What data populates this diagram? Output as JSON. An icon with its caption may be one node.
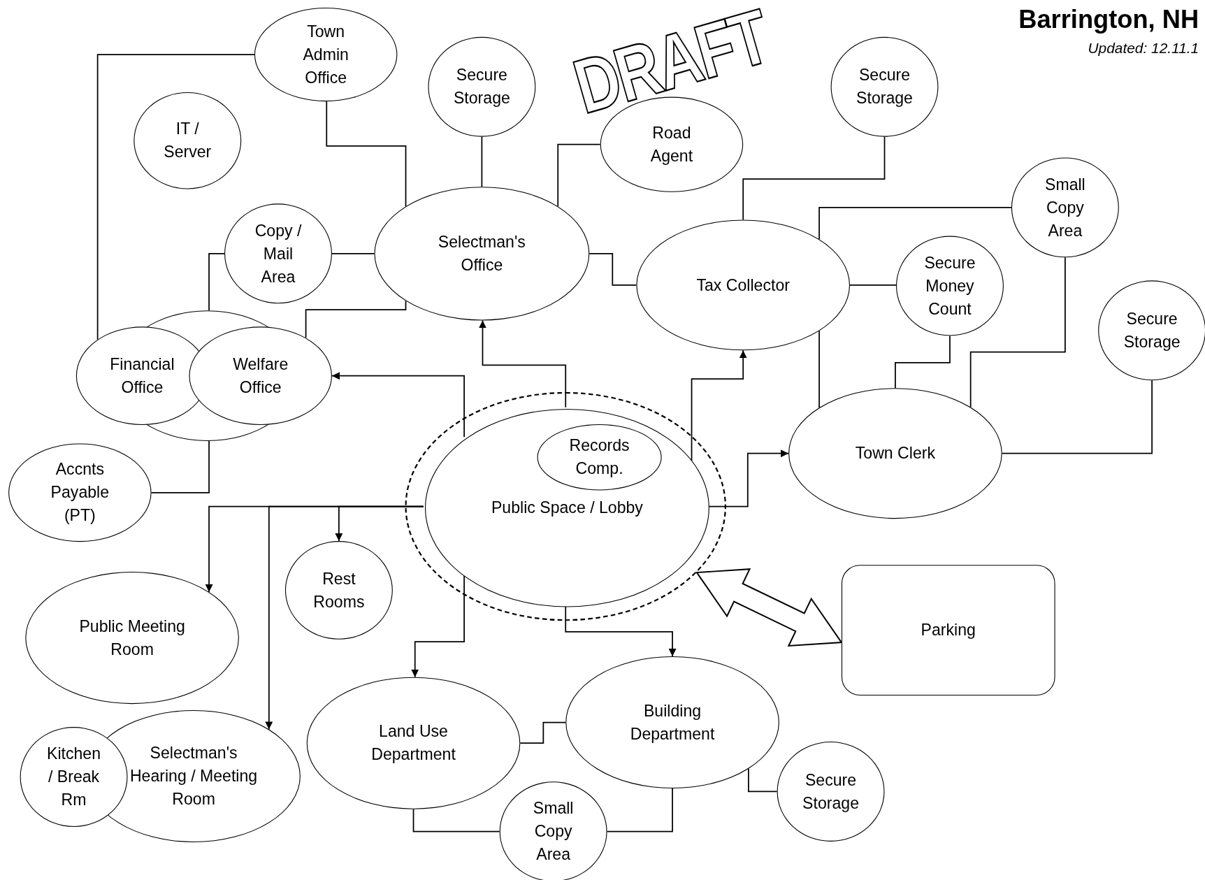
{
  "diagram": {
    "title": "Barrington, NH",
    "nodes": [
      {
        "text": [
          "Town Admin Office"
        ]
      },
      {
        "text": [
          "IT / Server"
        ]
      },
      {
        "text": [
          "Secure Storage"
        ]
      },
      {
        "text": [
          "Road Agent"
        ]
      },
      {
        "text": [
          "Secure Storage"
        ]
      },
      {
        "text": [
          "Selectman's Office"
        ]
      },
      {
        "text": [
          "Copy / Mail Area"
        ]
      },
      {
        "text": [
          "Small Copy Area"
        ]
      },
      {
        "text": [
          "Tax Collector"
        ]
      },
      {
        "text": [
          "Secure Money Count"
        ]
      },
      {
        "text": [
          "Secure Storage"
        ]
      },
      {
        "text": [],
        "shape": "ellipse"
      },
      {
        "text": [
          "Financial Office"
        ]
      },
      {
        "text": [
          "Welfare Office"
        ]
      },
      {
        "text": [
          "Accnts Payable (PT)"
        ]
      },
      {
        "text": [],
        "shape": "ellipse"
      },
      {
        "text": [
          "Public Space / Lobby"
        ],
        "in": 15
      },
      {
        "text": [
          "Records Comp."
        ],
        "in": 16
      },
      {
        "text": [
          "Town Clerk"
        ]
      },
      {
        "text": [
          "Rest Rooms"
        ]
      },
      {
        "text": [
          "Public Meeting Room"
        ]
      },
      {
        "text": [
          "Parking"
        ]
      },
      {
        "text": [
          "Building Department"
        ]
      },
      {
        "text": [
          "Land Use Department"
        ]
      },
      {
        "text": [
          "Kitchen / Break Rm"
        ]
      },
      {
        "text": [
          "Selectman's Hearing / Meeting Room"
        ]
      },
      {
        "text": [
          "Secure Storage"
        ]
      },
      {
        "text": [
          "Small Copy Area"
        ]
      }
    ],
    "edges": [
      {
        "from": 0,
        "to": 12,
        "arrow": "none"
      },
      {
        "from": 0,
        "to": 5,
        "arrow": "none"
      },
      {
        "from": 2,
        "to": 5,
        "arrow": "none"
      },
      {
        "from": 5,
        "to": 3,
        "arrow": "none"
      },
      {
        "from": 6,
        "to": 5,
        "arrow": "none"
      },
      {
        "from": 6,
        "to": 11,
        "arrow": "none"
      },
      {
        "from": 5,
        "to": 13,
        "arrow": "none"
      },
      {
        "from": 5,
        "to": 8,
        "arrow": "none"
      },
      {
        "from": 4,
        "to": 8,
        "arrow": "none"
      },
      {
        "from": 7,
        "to": 8,
        "arrow": "none"
      },
      {
        "from": 8,
        "to": 9,
        "arrow": "none"
      },
      {
        "from": 8,
        "to": 18,
        "arrow": "none"
      },
      {
        "from": 9,
        "to": 18,
        "arrow": "none"
      },
      {
        "from": 7,
        "to": 18,
        "arrow": "none"
      },
      {
        "from": 10,
        "to": 18,
        "arrow": "none"
      },
      {
        "from": 14,
        "to": 11,
        "arrow": "none"
      },
      {
        "from": 16,
        "to": 5,
        "arrow": "to"
      },
      {
        "from": 16,
        "to": 13,
        "arrow": "to"
      },
      {
        "from": 16,
        "to": 8,
        "arrow": "to"
      },
      {
        "from": 16,
        "to": 18,
        "arrow": "to"
      },
      {
        "from": 16,
        "to": 19,
        "arrow": "to"
      },
      {
        "from": 16,
        "to": 20,
        "arrow": "to"
      },
      {
        "from": 16,
        "to": 25,
        "arrow": "to"
      },
      {
        "from": 16,
        "to": 23,
        "arrow": "to"
      },
      {
        "from": 16,
        "to": 22,
        "arrow": "to"
      },
      {
        "from": 15,
        "to": 21,
        "arrow": "both",
        "style": "thick"
      },
      {
        "from": 23,
        "to": 22,
        "arrow": "none"
      },
      {
        "from": 23,
        "to": 27,
        "arrow": "none"
      },
      {
        "from": 27,
        "to": 22,
        "arrow": "none"
      },
      {
        "from": 22,
        "to": 26,
        "arrow": "none"
      }
    ],
    "labels": [
      "Updated: 12.11.1",
      "DRAFT"
    ]
  }
}
